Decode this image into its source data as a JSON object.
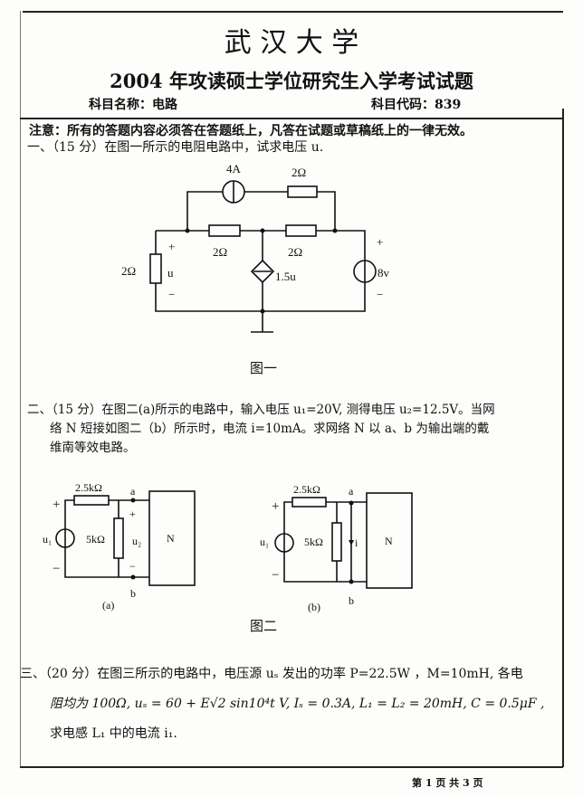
{
  "header": {
    "university": "武 汉 大 学",
    "title": "2004 年攻读硕士学位研究生入学考试试题",
    "subject_name": "科目名称：电路",
    "subject_code": "科目代码：839"
  },
  "notice": "注意：所有的答题内容必须答在答题纸上，凡答在试题或草稿纸上的一律无效。",
  "q1": {
    "text": "一、（15 分）在图一所示的电阻电路中，试求电压 u.",
    "figure": {
      "current_source": "4A",
      "r_top": "2Ω",
      "r_mid_left": "2Ω",
      "r_mid_right": "2Ω",
      "r_left": "2Ω",
      "u": "u",
      "plus": "+",
      "minus": "−",
      "dep_source": "1.5u",
      "v_source": "8v",
      "caption": "图一"
    }
  },
  "q2": {
    "line1": "二、（15 分）在图二(a)所示的电路中，输入电压 u₁=20V, 测得电压 u₂=12.5V。当网",
    "line2": "络 N 短接如图二（b）所示时，电流 i=10mA。求网络 N 以 a、b 为输出端的戴",
    "line3": "维南等效电路。",
    "figure": {
      "r1": "2.5kΩ",
      "r2": "5kΩ",
      "u1": "u₁",
      "u2": "u₂",
      "a": "a",
      "b": "b",
      "N": "N",
      "i": "i",
      "plus": "+",
      "minus": "−",
      "label_a": "(a)",
      "label_b": "(b)",
      "caption": "图二"
    }
  },
  "q3": {
    "line1": "三、（20 分）在图三所示的电路中，电压源 uₛ 发出的功率 P=22.5W ，M=10mH, 各电",
    "line2": "阻均为 100Ω, uₛ = 60 + E√2 sin10⁴t V, Iₛ = 0.3A, L₁ = L₂ = 20mH, C = 0.5μF ,",
    "line3": "求电感 L₁ 中的电流 i₁."
  },
  "footer": {
    "page": "第 1 页 共 3 页"
  }
}
